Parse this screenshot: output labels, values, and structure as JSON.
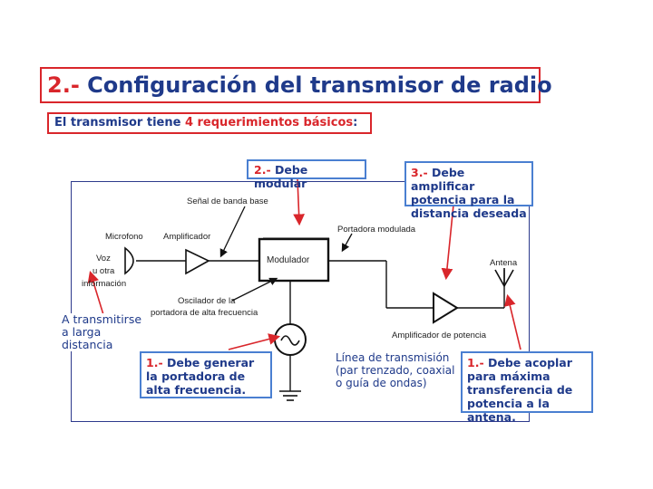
{
  "title": {
    "number": "2.-",
    "text": "Configuración del transmisor de radio"
  },
  "subtitle": {
    "prefix": "El transmisor tiene ",
    "highlight": "4 requerimientos básicos",
    "suffix": ":"
  },
  "notes": {
    "modular": {
      "number": "2.-",
      "text": "Debe modular"
    },
    "amplificar": {
      "number": "3.-",
      "text": "Debe amplificar potencia para la distancia deseada"
    },
    "generar": {
      "number": "1.-",
      "text": "Debe generar la portadora de alta frecuencia."
    },
    "acoplar": {
      "number": "1.-",
      "text": "Debe acoplar para máxima transferencia de potencia a la antena."
    },
    "transmitir": {
      "text": "A transmitirse a larga distancia"
    },
    "linea": {
      "text": "Línea de transmisión (par trenzado, coaxial o guía de ondas)"
    }
  },
  "diagram_labels": {
    "senal": "Señal de banda base",
    "microfono": "Microfono",
    "amplificador": "Amplificador",
    "voz_1": "Voz",
    "voz_2": "u otra",
    "voz_3": "información",
    "modulador": "Modulador",
    "portadora_modulada": "Portadora modulada",
    "antena": "Antena",
    "oscilador_1": "Oscilador de la",
    "oscilador_2": "portadora de alta frecuencia",
    "amp_potencia": "Amplificador de potencia"
  },
  "colors": {
    "accent_red": "#d9262b",
    "text_blue": "#1f3a8a",
    "note_border": "#4a7fd1"
  }
}
